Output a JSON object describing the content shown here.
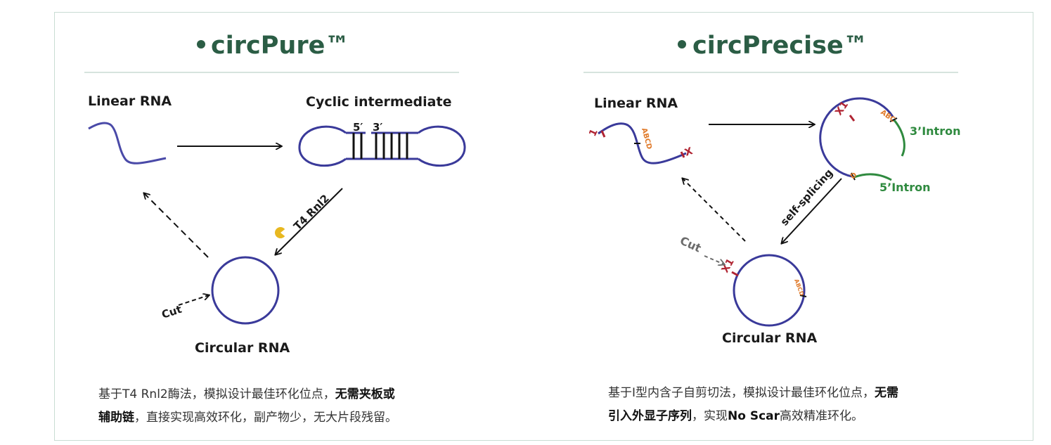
{
  "left": {
    "title": "circPure™",
    "linear_label": "Linear RNA",
    "cyclic_label": "Cyclic intermediate",
    "five_prime": "5′",
    "three_prime": "3′",
    "enzyme_label": "T4 Rnl2",
    "cut_label": "Cut",
    "circular_label": "Circular RNA",
    "desc_line1_normal": "基于T4 Rnl2酶法，模拟设计最佳环化位点，",
    "desc_line1_bold": "无需夹板或",
    "desc_line2_bold": "辅助链",
    "desc_line2_normal": "，直接实现高效环化，副产物少，无大片段残留。"
  },
  "right": {
    "title": "circPrecise™",
    "linear_label": "Linear RNA",
    "circular_label": "Circular RNA",
    "self_splicing_label": "self-splicing",
    "cut_label": "Cut",
    "three_intron": "3’Intron",
    "five_intron": "5’Intron",
    "seg_1": "1",
    "seg_x": "X",
    "seg_x1": "X1",
    "seg_abcd": "ABCD",
    "seg_abc": "ABC",
    "seg_d": "D",
    "desc_line1_normal": "基于I型内含子自剪切法，模拟设计最佳环化位点，",
    "desc_line1_bold": "无需",
    "desc_line2_bold": "引入外显子序列",
    "desc_line2_normal": "，实现",
    "desc_line2_bold2": "No Scar",
    "desc_line2_normal2": "高效精准环化。"
  },
  "colors": {
    "title_green": "#2b5d45",
    "rna_blue": "#3a3a9a",
    "intron_green": "#2f8a3f",
    "segment_red": "#b02432",
    "segment_orange": "#e07a2a"
  }
}
